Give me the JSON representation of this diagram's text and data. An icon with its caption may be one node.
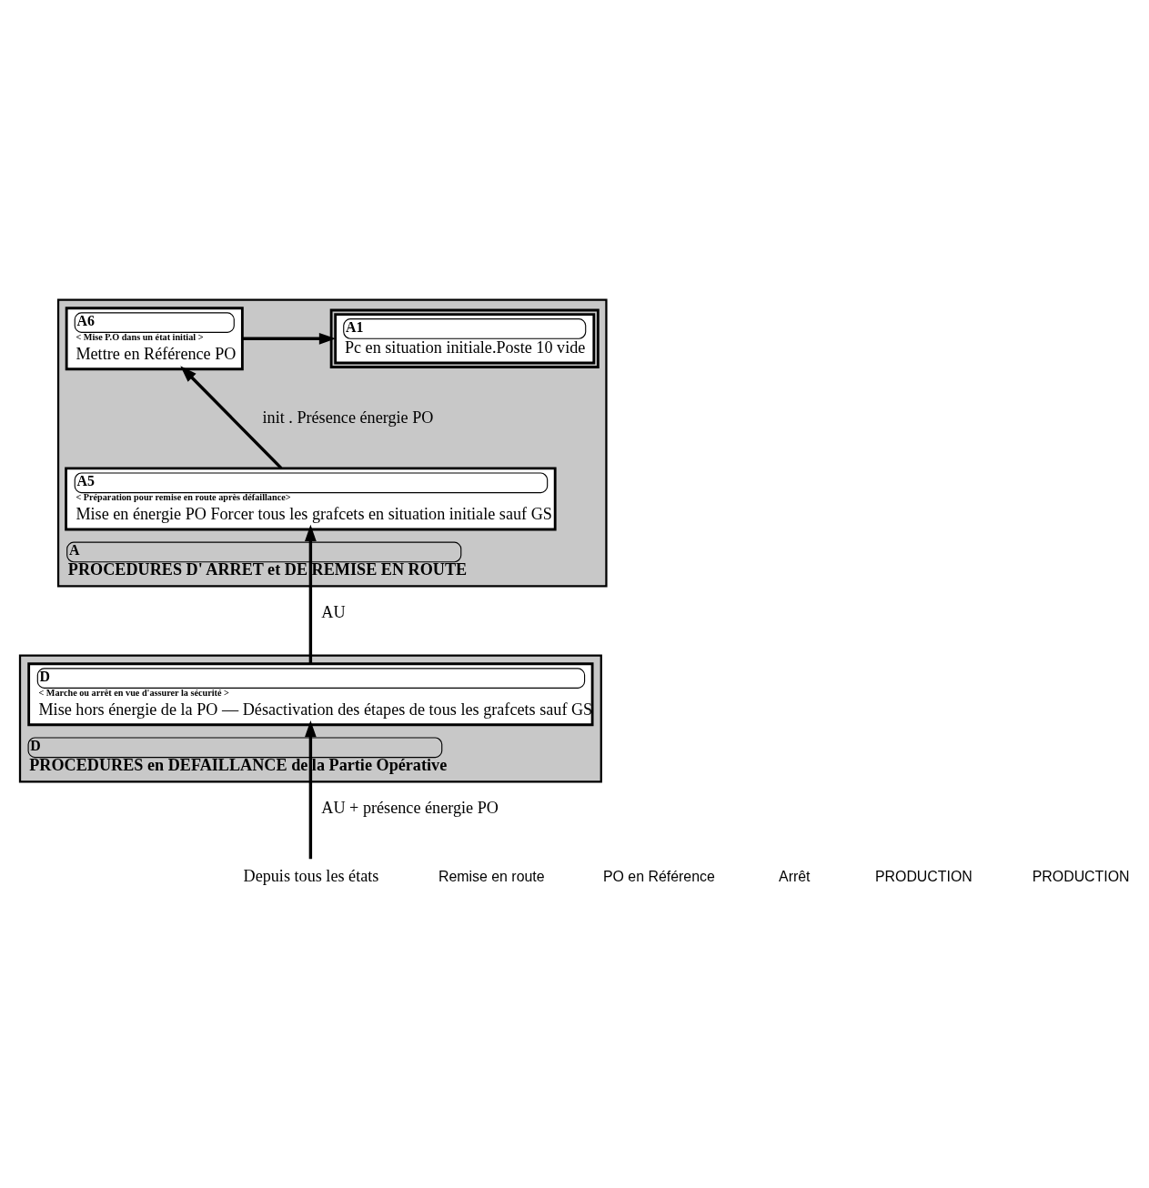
{
  "diagram": {
    "nodes": [
      {
        "text": [
          "A",
          "PROCEDURES D' ARRET et DE REMISE EN ROUTE"
        ]
      },
      {
        "text": [
          "A6",
          "< Mise P.O dans un état initial >",
          "Mettre en Référence PO"
        ],
        "in": 0
      },
      {
        "text": [
          "A1",
          "Pc en situation initiale.Poste 10 vide"
        ],
        "in": 0
      },
      {
        "text": [
          "A5",
          "< Préparation pour remise en route après défaillance>",
          "Mise en énergie PO Forcer tous les grafcets en situation initiale sauf GS"
        ],
        "in": 0
      },
      {
        "text": [
          "D",
          "PROCEDURES en DEFAILLANCE de la Partie Opérative"
        ]
      },
      {
        "text": [
          "D",
          "< Marche ou arrêt en vue d'assurer la sécurité >",
          "Mise hors énergie de la PO — Désactivation des étapes de tous les grafcets sauf GS"
        ],
        "in": 4
      },
      {
        "text": [
          "Depuis tous les états"
        ]
      }
    ],
    "edges": [
      {
        "from": 1,
        "to": 2,
        "arrow": "to"
      },
      {
        "from": 3,
        "to": 1,
        "arrow": "to",
        "label": "init . Présence énergie PO"
      },
      {
        "from": 5,
        "to": 3,
        "arrow": "to",
        "label": "AU"
      },
      {
        "from": 6,
        "to": 5,
        "arrow": "to",
        "label": "AU + présence énergie PO"
      }
    ],
    "labels": [
      "Remise en route",
      "PO en Référence",
      "Arrêt",
      "PRODUCTION",
      "PRODUCTION"
    ]
  }
}
